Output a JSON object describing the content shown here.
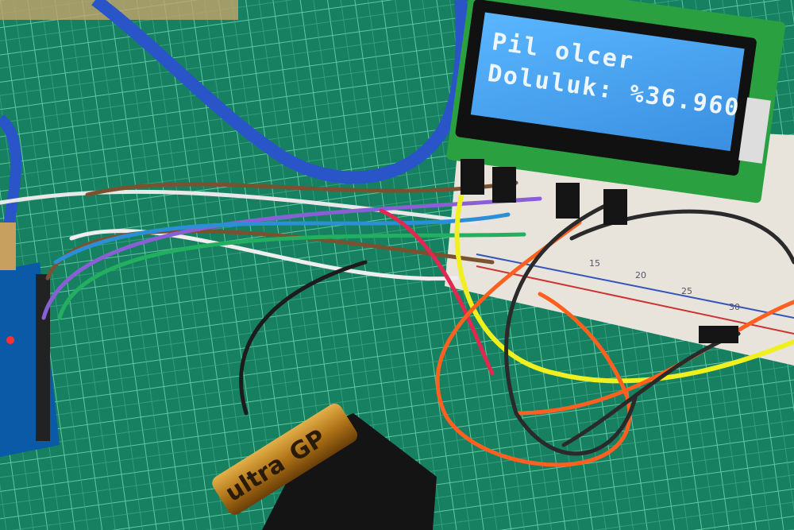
{
  "lcd": {
    "line1": "Pil olcer",
    "line2": "Doluluk: %36.960"
  },
  "breadboard": {
    "column_numbers": [
      "15",
      "20",
      "25",
      "30"
    ]
  },
  "battery": {
    "brand": "GP",
    "label": "ultra"
  },
  "colors": {
    "mat": "#17805f",
    "lcd_backlight": "#4aa6f0",
    "pcb": "#2aa040"
  }
}
